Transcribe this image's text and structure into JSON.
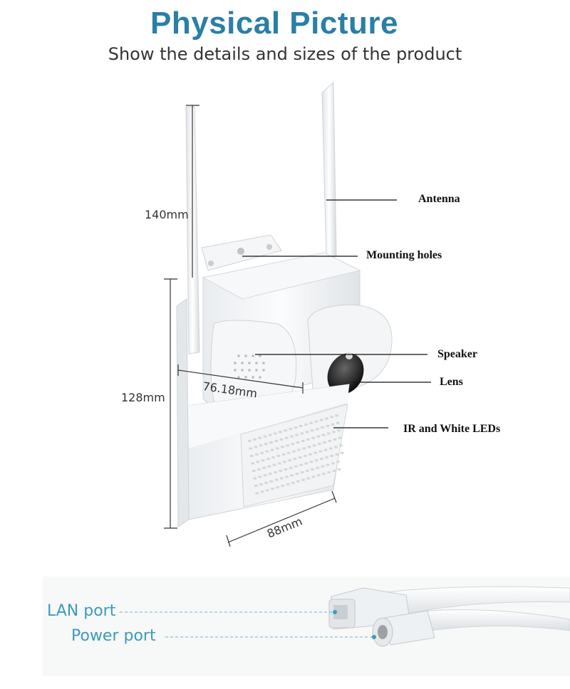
{
  "header": {
    "title": "Physical Picture",
    "subtitle": "Show the details and sizes of the product"
  },
  "callouts": {
    "antenna": "Antenna",
    "mounting_holes": "Mounting holes",
    "speaker": "Speaker",
    "lens": "Lens",
    "leds": "IR and White LEDs"
  },
  "dimensions": {
    "antenna_height": "140mm",
    "body_height": "128mm",
    "body_depth": "76.18mm",
    "body_width": "88mm"
  },
  "ports": {
    "lan": "LAN port",
    "power": "Power port"
  },
  "colors": {
    "title": "#2a7fa6",
    "port_label": "#3a9bbf"
  }
}
